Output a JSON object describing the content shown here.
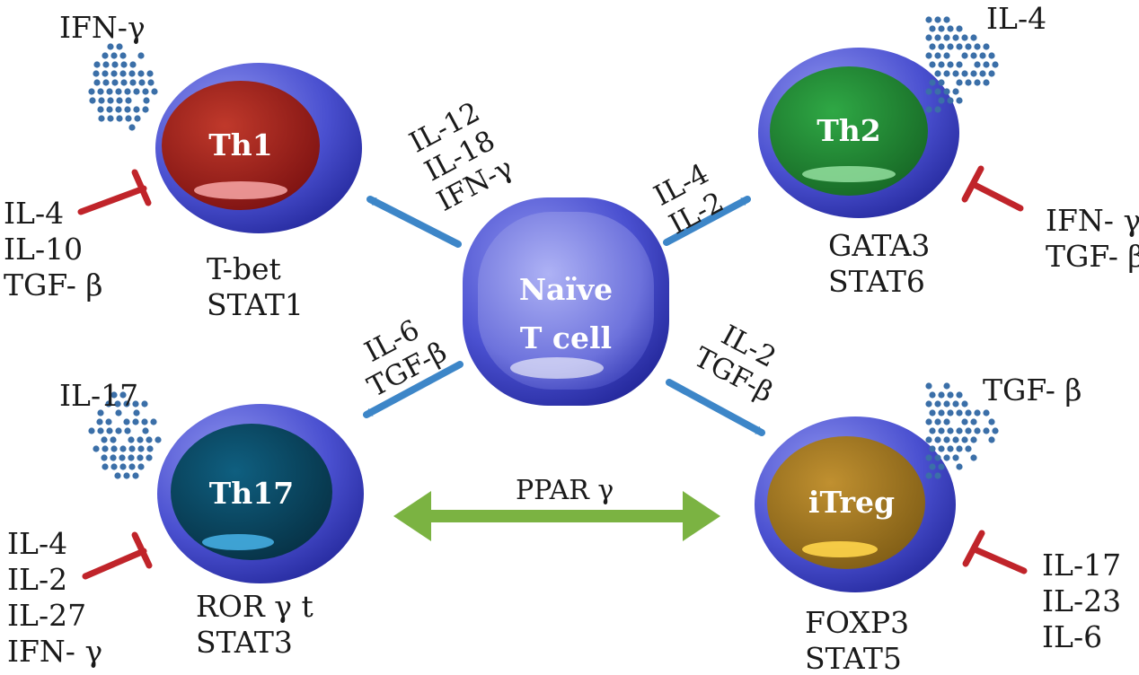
{
  "center": {
    "name_line1": "Naïve",
    "name_line2": "T cell"
  },
  "th1": {
    "name": "Th1",
    "secreted": "IFN-γ",
    "transcription_factors": [
      "T-bet",
      "STAT1"
    ],
    "inhibitors": [
      "IL-4",
      "IL-10",
      "TGF- β"
    ],
    "inducers": [
      "IL-12",
      "IL-18",
      "IFN-γ"
    ],
    "nucleus_color": "#a51d1d"
  },
  "th2": {
    "name": "Th2",
    "secreted": "IL-4",
    "transcription_factors": [
      "GATA3",
      "STAT6"
    ],
    "inhibitors": [
      "IFN- γ",
      "TGF- β"
    ],
    "inducers": [
      "IL-4",
      "IL-2"
    ],
    "nucleus_color": "#1f8a33"
  },
  "th17": {
    "name": "Th17",
    "secreted": "IL-17",
    "transcription_factors": [
      "ROR γ t",
      "STAT3"
    ],
    "inhibitors": [
      "IL-4",
      "IL-2",
      "IL-27",
      "IFN- γ"
    ],
    "inducers": [
      "IL-6",
      "TGF-β"
    ],
    "nucleus_color": "#0a4a66"
  },
  "itreg": {
    "name": "iTreg",
    "secreted": "TGF- β",
    "transcription_factors": [
      "FOXP3",
      "STAT5"
    ],
    "inhibitors": [
      "IL-17",
      "IL-23",
      "IL-6"
    ],
    "inducers": [
      "IL-2",
      "TGF-β"
    ],
    "nucleus_color": "#a77a1e"
  },
  "regulator": {
    "label": "PPAR γ"
  },
  "colors": {
    "membrane": "#3a3fc4",
    "arrow": "#3d86c8",
    "inhibit": "#c0242a",
    "ppar_arrow": "#7bb342",
    "dots": "#3b6fa8"
  }
}
